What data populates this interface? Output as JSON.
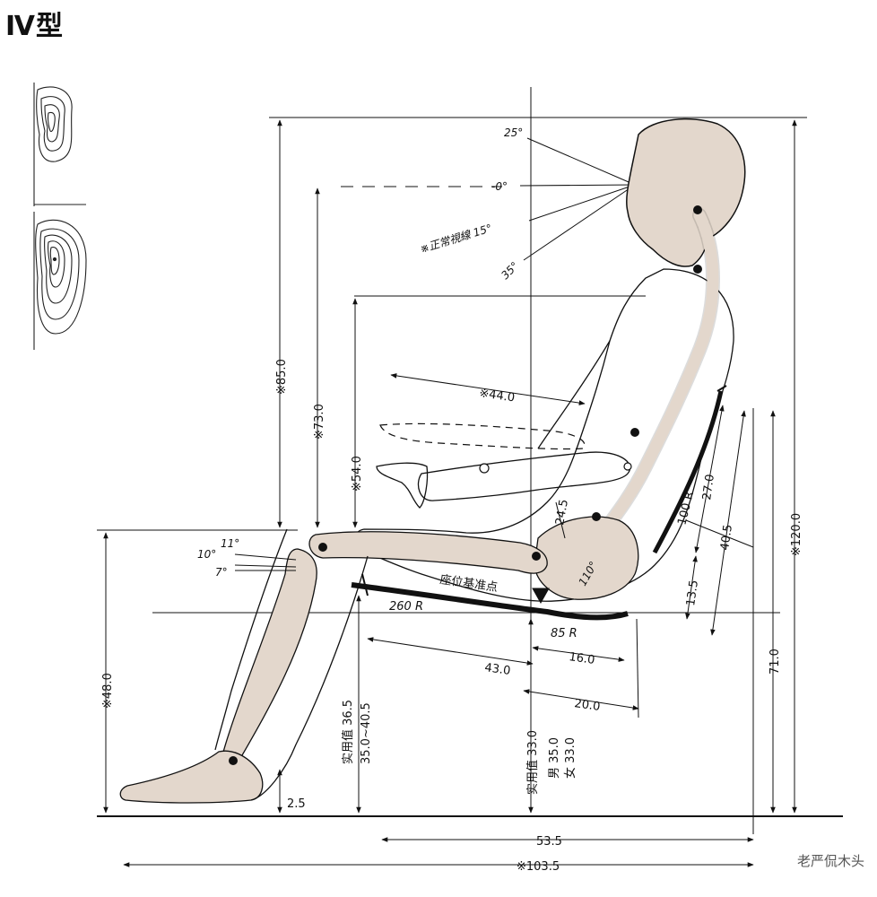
{
  "title": "Ⅳ型",
  "sight": {
    "up": "25°",
    "level": "-0°",
    "normal": "※正常視線 15°",
    "down": "35°"
  },
  "dimensions": {
    "overall_height": "※120.0",
    "eye_height": "※85.0",
    "shoulder_height": "※73.0",
    "elbow_height": "※54.0",
    "knee_height": "※48.0",
    "backrest_total": "71.0",
    "backrest_upper": "40.5",
    "backrest_mid": "27.0",
    "backrest_lower": "13.5",
    "arm_reach": "※44.0",
    "hip_to_back": "24.5",
    "back_radius": "100 R",
    "seat_radius": "260 R",
    "lumbar_radius": "85 R",
    "seat_depth_front": "43.0",
    "seat_rear_16": "16.0",
    "seat_rear_20": "20.0",
    "seat_height_practical_front": "实用值 36.5",
    "seat_height_range": "35.0~40.5",
    "seat_height_practical_rear": "实用值 33.0",
    "seat_height_male": "男 35.0",
    "seat_height_female": "女 33.0",
    "heel": "2.5",
    "floor_depth": "53.5",
    "overall_depth": "※103.5"
  },
  "angles": {
    "thigh_11": "11°",
    "thigh_10": "10°",
    "thigh_7": "7°",
    "hip": "110°"
  },
  "labels": {
    "seat_reference": "座位基准点"
  },
  "watermark": "老严侃木头"
}
